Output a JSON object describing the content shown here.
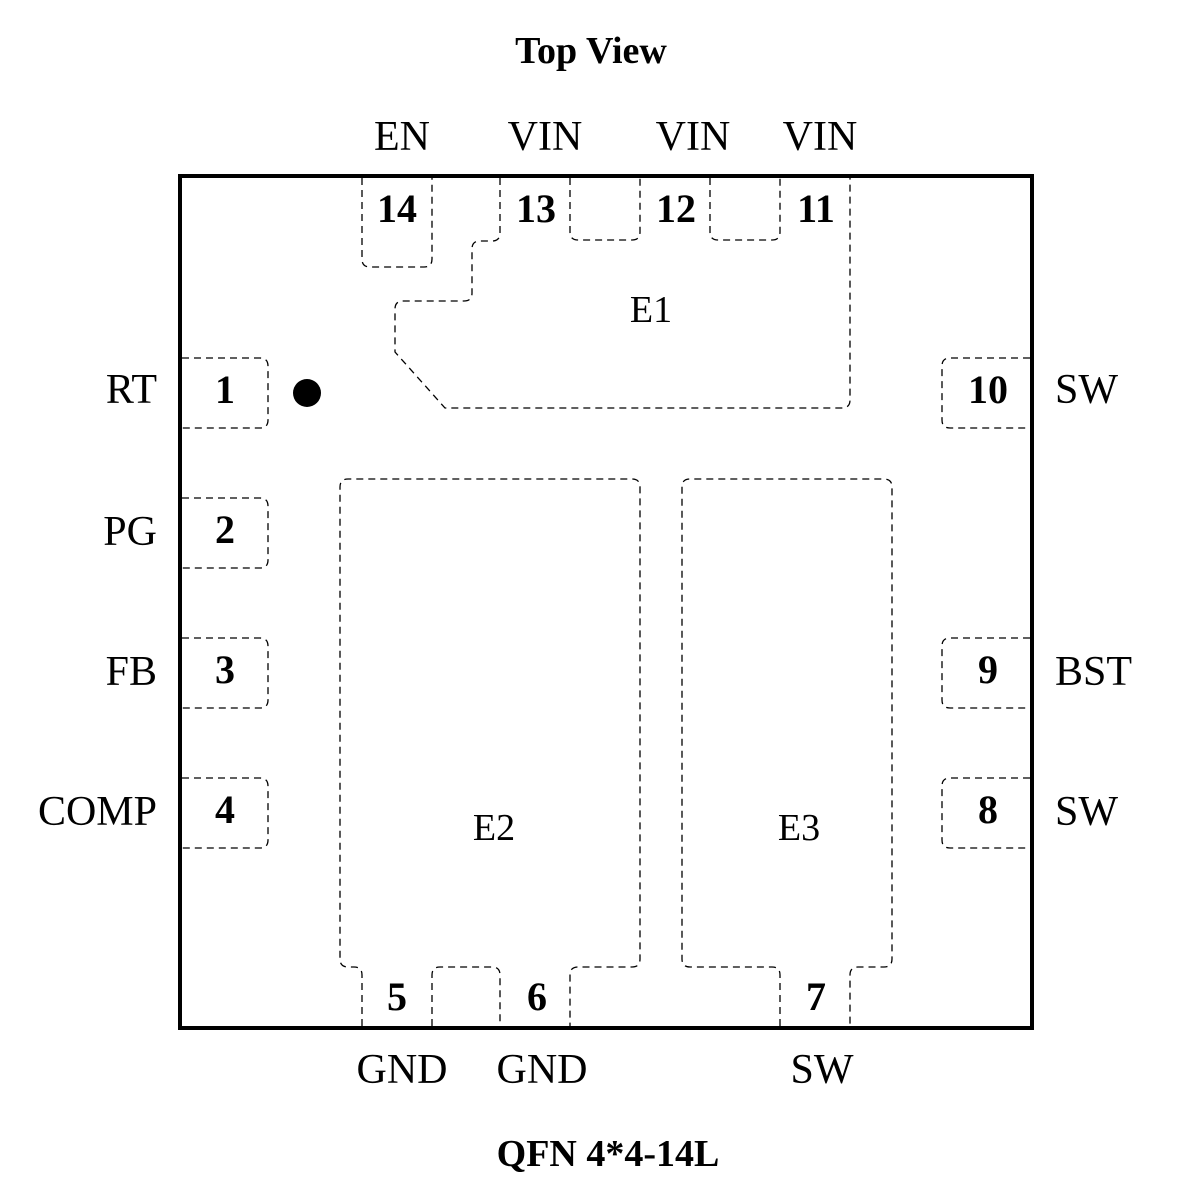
{
  "title": "Top View",
  "package": "QFN 4*4-14L",
  "pins": [
    {
      "number": "1",
      "name": "RT"
    },
    {
      "number": "2",
      "name": "PG"
    },
    {
      "number": "3",
      "name": "FB"
    },
    {
      "number": "4",
      "name": "COMP"
    },
    {
      "number": "5",
      "name": "GND"
    },
    {
      "number": "6",
      "name": "GND"
    },
    {
      "number": "7",
      "name": "SW"
    },
    {
      "number": "8",
      "name": "SW"
    },
    {
      "number": "9",
      "name": "BST"
    },
    {
      "number": "10",
      "name": "SW"
    },
    {
      "number": "11",
      "name": "VIN"
    },
    {
      "number": "12",
      "name": "VIN"
    },
    {
      "number": "13",
      "name": "VIN"
    },
    {
      "number": "14",
      "name": "EN"
    }
  ],
  "exposed_pads": [
    "E1",
    "E2",
    "E3"
  ]
}
